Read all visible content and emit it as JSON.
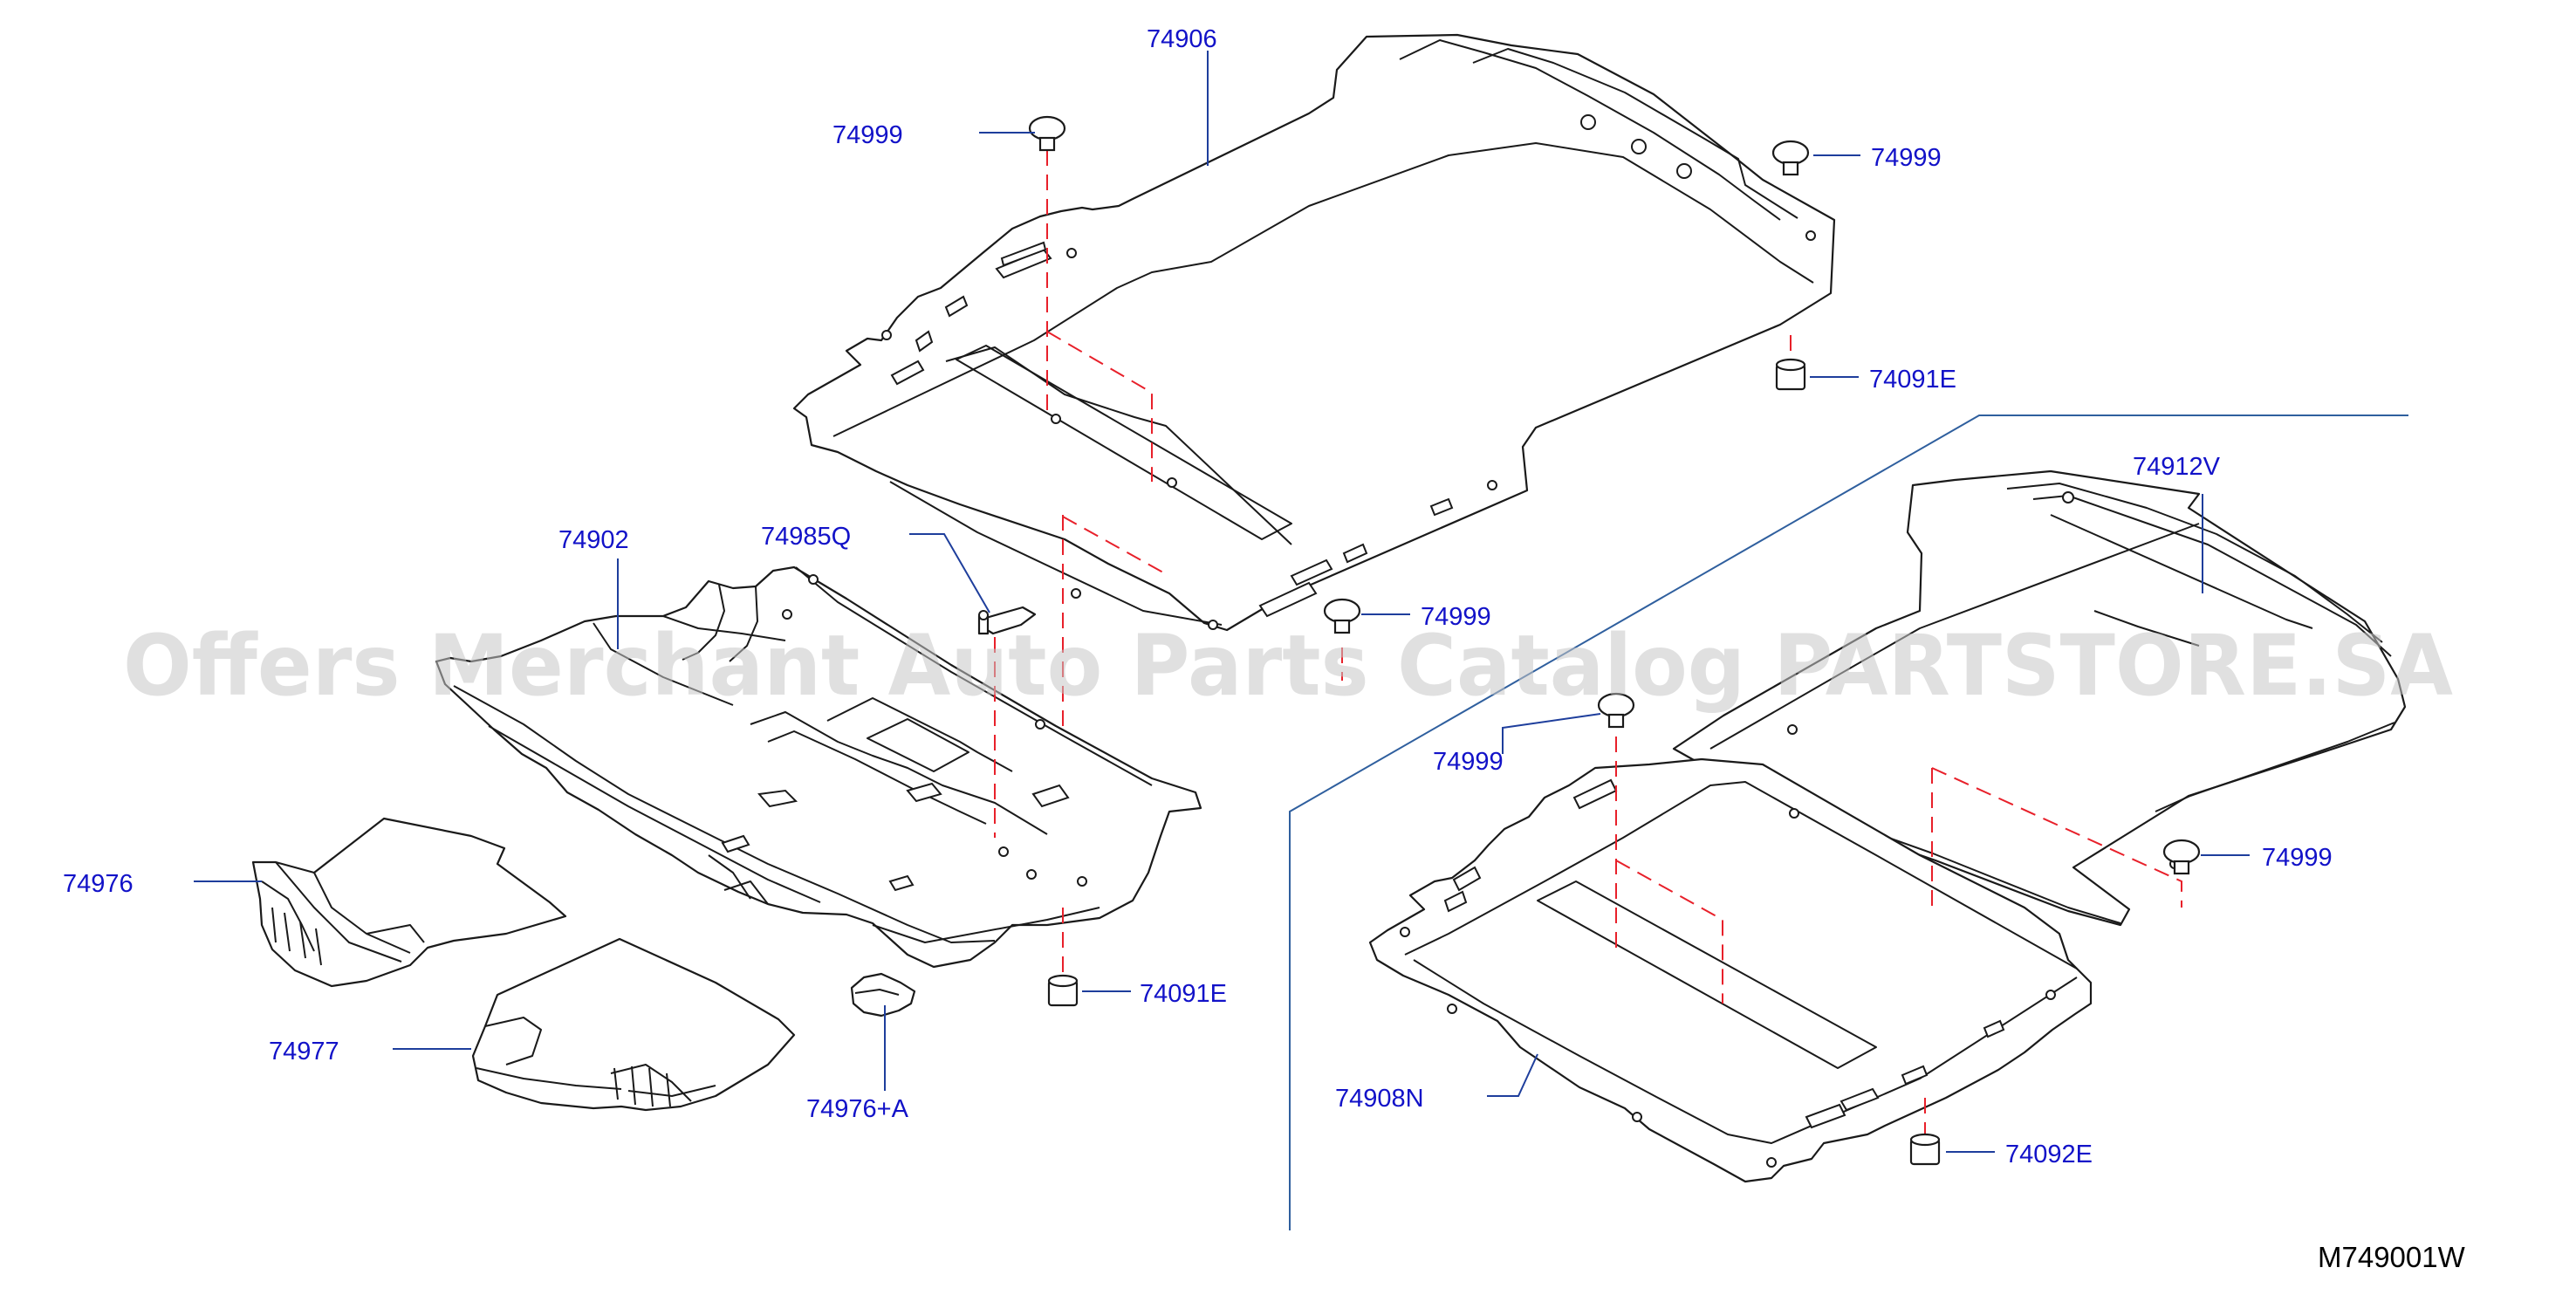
{
  "callouts": [
    {
      "id": "c1",
      "text": "74906"
    },
    {
      "id": "c2",
      "text": "74999"
    },
    {
      "id": "c3",
      "text": "74999"
    },
    {
      "id": "c4",
      "text": "74091E"
    },
    {
      "id": "c5",
      "text": "74902"
    },
    {
      "id": "c6",
      "text": "74985Q"
    },
    {
      "id": "c7",
      "text": "74999"
    },
    {
      "id": "c8",
      "text": "74912V"
    },
    {
      "id": "c9",
      "text": "74999"
    },
    {
      "id": "c10",
      "text": "74999"
    },
    {
      "id": "c11",
      "text": "74976"
    },
    {
      "id": "c12",
      "text": "74977"
    },
    {
      "id": "c13",
      "text": "74976+A"
    },
    {
      "id": "c14",
      "text": "74091E"
    },
    {
      "id": "c15",
      "text": "74908N"
    },
    {
      "id": "c16",
      "text": "74092E"
    }
  ],
  "diagram_code": "M749001W",
  "watermark": "Offers Merchant Auto Parts Catalog PARTSTORE.SA",
  "colors": {
    "callout_text": "#1212c8",
    "leader_line": "#1e3e9c",
    "hidden_line": "#e8202a",
    "outline": "#1a1a1a",
    "watermark": "#c6c6c6"
  }
}
